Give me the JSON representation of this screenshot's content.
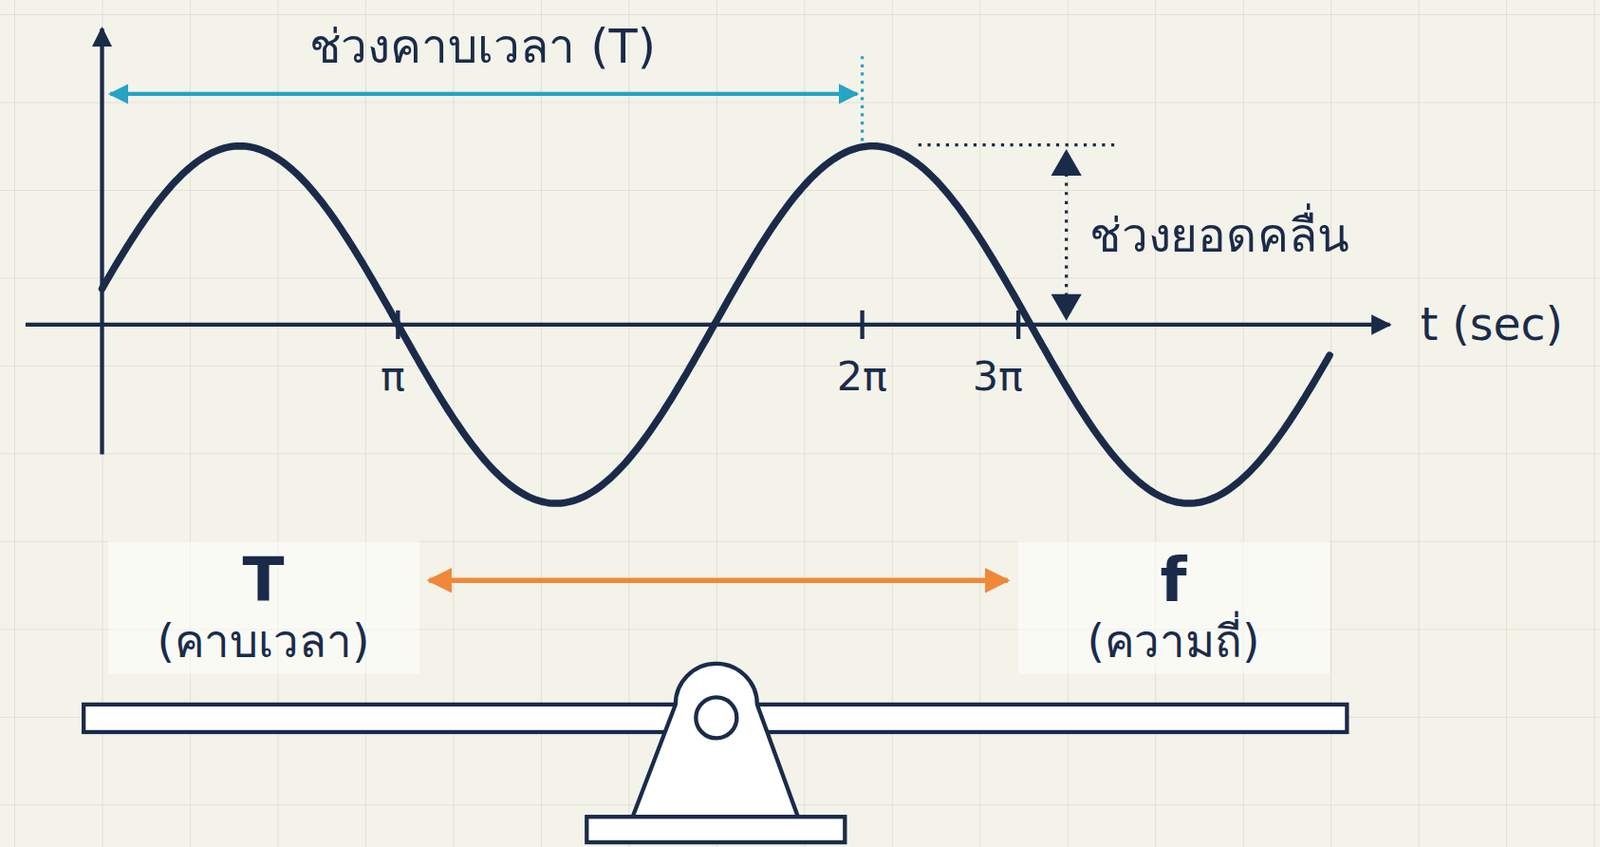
{
  "diagram": {
    "nodes": [
      {
        "text": [
          "T",
          "(คาบเวลา)"
        ]
      },
      {
        "text": [
          "f",
          "(ความถี่)"
        ]
      }
    ],
    "edges": [
      {
        "from": 0,
        "to": 1,
        "arrow": "both"
      }
    ],
    "labels": [
      "ช่วงคาบเวลา (T)",
      "ช่วงยอดคลื่น",
      "t (sec)",
      "π",
      "2π",
      "3π"
    ]
  }
}
